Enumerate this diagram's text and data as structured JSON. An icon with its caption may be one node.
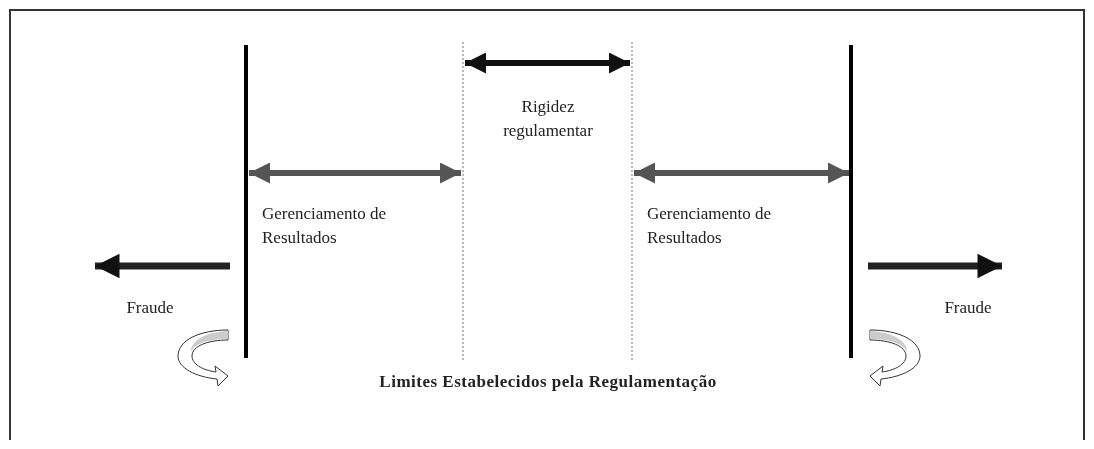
{
  "diagram": {
    "labels": [
      "Rigidez regulamentar",
      "Gerenciamento de Resultados",
      "Gerenciamento de Resultados",
      "Fraude",
      "Fraude",
      "Limites Estabelecidos pela Regulamentação"
    ]
  }
}
